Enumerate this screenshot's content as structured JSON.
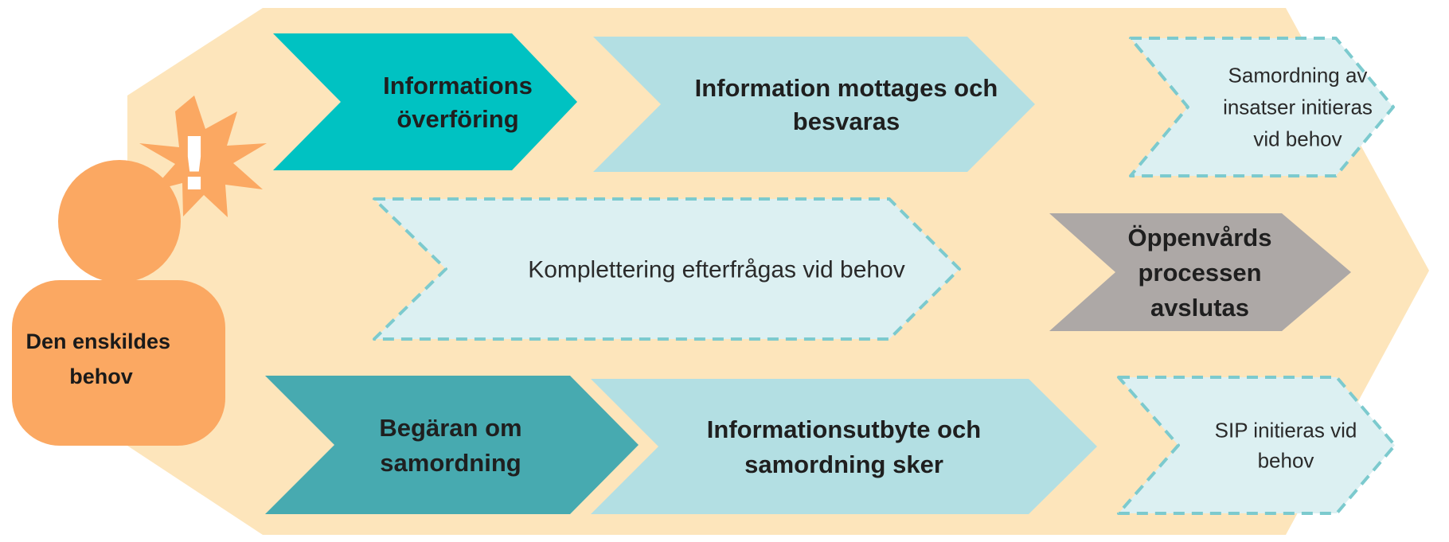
{
  "person": {
    "label_line1": "Den enskildes",
    "label_line2": "behov",
    "alert_symbol": "!",
    "icon": "person-alert-icon"
  },
  "rows": [
    {
      "steps": [
        {
          "lines": [
            "Informations",
            "överföring"
          ],
          "style": "primary"
        },
        {
          "lines": [
            "Information mottages och",
            "besvaras"
          ],
          "style": "light"
        },
        {
          "lines": [
            "Samordning av",
            "insatser initieras",
            "vid behov"
          ],
          "style": "dashed"
        }
      ]
    },
    {
      "steps": [
        {
          "lines": [
            "Komplettering efterfrågas vid behov"
          ],
          "style": "dashed"
        },
        {
          "lines": [
            "Öppenvårds",
            "processen",
            "avslutas"
          ],
          "style": "gray"
        }
      ]
    },
    {
      "steps": [
        {
          "lines": [
            "Begäran om",
            "samordning"
          ],
          "style": "secondary"
        },
        {
          "lines": [
            "Informationsutbyte och",
            "samordning sker"
          ],
          "style": "light"
        },
        {
          "lines": [
            "SIP initieras vid",
            "behov"
          ],
          "style": "dashed"
        }
      ]
    }
  ],
  "colors": {
    "background_band": "#fde5bb",
    "person": "#fba862",
    "primary": "#00c2c2",
    "secondary": "#47aab0",
    "light": "#b3dfe3",
    "dashed_fill": "#dcf0f2",
    "dashed_stroke": "#7ccace",
    "gray": "#ada8a6"
  }
}
